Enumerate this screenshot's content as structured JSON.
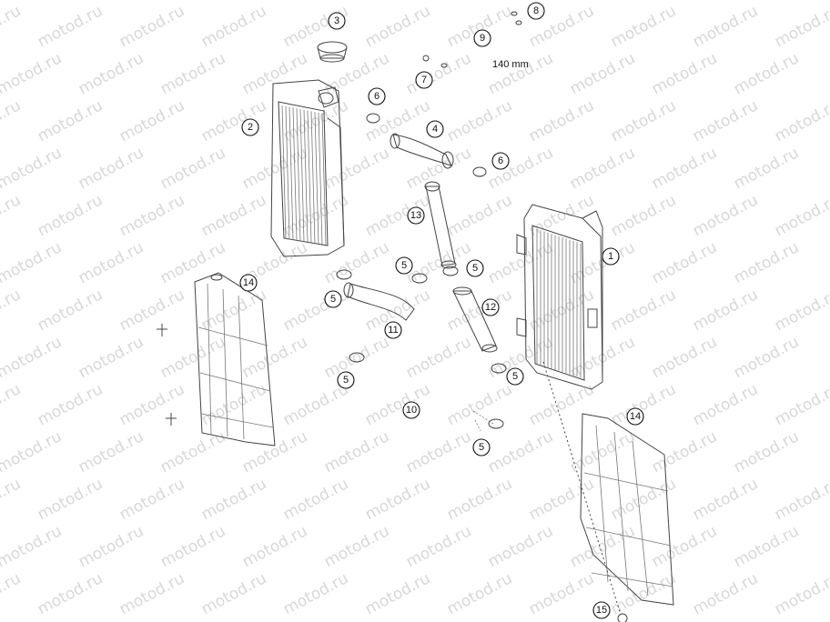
{
  "watermark": "motod.ru",
  "dimension_label": "140 mm",
  "callouts": [
    "1",
    "2",
    "3",
    "4",
    "5",
    "5",
    "5",
    "5",
    "5",
    "5",
    "6",
    "6",
    "7",
    "8",
    "9",
    "10",
    "11",
    "12",
    "13",
    "14",
    "14",
    "15"
  ]
}
